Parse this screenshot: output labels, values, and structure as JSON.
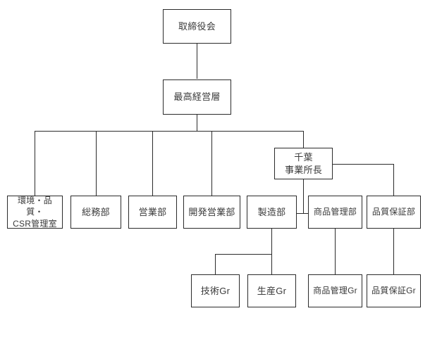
{
  "chart_data": {
    "type": "diagram",
    "diagram_kind": "organization-chart",
    "title": "",
    "orientation": "top-down",
    "levels": 5,
    "nodes": [
      {
        "id": "board",
        "label": "取締役会",
        "level": 1,
        "parent": null
      },
      {
        "id": "exec",
        "label": "最高経営層",
        "level": 2,
        "parent": "board"
      },
      {
        "id": "chiba",
        "label": "千葉\n事業所長",
        "level": 2.5,
        "parent": "exec"
      },
      {
        "id": "env",
        "label": "環境・品質・\nCSR管理室",
        "level": 3,
        "parent": "exec"
      },
      {
        "id": "soumu",
        "label": "総務部",
        "level": 3,
        "parent": "exec"
      },
      {
        "id": "eigyo",
        "label": "営業部",
        "level": 3,
        "parent": "exec"
      },
      {
        "id": "kaihatsu",
        "label": "開発営業部",
        "level": 3,
        "parent": "exec"
      },
      {
        "id": "seizo",
        "label": "製造部",
        "level": 3,
        "parent": "chiba"
      },
      {
        "id": "shohin",
        "label": "商品管理部",
        "level": 3,
        "parent": "chiba"
      },
      {
        "id": "hinshitsu",
        "label": "品質保証部",
        "level": 3,
        "parent": "chiba"
      },
      {
        "id": "gijutsu_gr",
        "label": "技術Gr",
        "level": 4,
        "parent": "seizo"
      },
      {
        "id": "seisan_gr",
        "label": "生産Gr",
        "level": 4,
        "parent": "seizo"
      },
      {
        "id": "shohin_gr",
        "label": "商品管理Gr",
        "level": 4,
        "parent": "shohin"
      },
      {
        "id": "hinshitsu_gr",
        "label": "品質保証Gr",
        "level": 4,
        "parent": "hinshitsu"
      }
    ],
    "edges": [
      {
        "from": "board",
        "to": "exec"
      },
      {
        "from": "exec",
        "to": "env"
      },
      {
        "from": "exec",
        "to": "soumu"
      },
      {
        "from": "exec",
        "to": "eigyo"
      },
      {
        "from": "exec",
        "to": "kaihatsu"
      },
      {
        "from": "exec",
        "to": "chiba"
      },
      {
        "from": "chiba",
        "to": "seizo"
      },
      {
        "from": "chiba",
        "to": "shohin"
      },
      {
        "from": "chiba",
        "to": "hinshitsu"
      },
      {
        "from": "seizo",
        "to": "gijutsu_gr"
      },
      {
        "from": "seizo",
        "to": "seisan_gr"
      },
      {
        "from": "shohin",
        "to": "shohin_gr"
      },
      {
        "from": "hinshitsu",
        "to": "hinshitsu_gr"
      }
    ],
    "colors": {
      "background": "#ffffff",
      "box_border": "#2b2b2b",
      "box_fill": "#ffffff",
      "text": "#3a3a3a",
      "connector": "#2b2b2b"
    }
  },
  "nodes": {
    "board": "取締役会",
    "exec": "最高経営層",
    "chiba": "千葉\n事業所長",
    "env": "環境・品質・\nCSR管理室",
    "soumu": "総務部",
    "eigyo": "営業部",
    "kaihatsu": "開発営業部",
    "seizo": "製造部",
    "shohin": "商品管理部",
    "hinshitsu": "品質保証部",
    "gijutsu_gr": "技術Gr",
    "seisan_gr": "生産Gr",
    "shohin_gr": "商品管理Gr",
    "hinshitsu_gr": "品質保証Gr"
  }
}
